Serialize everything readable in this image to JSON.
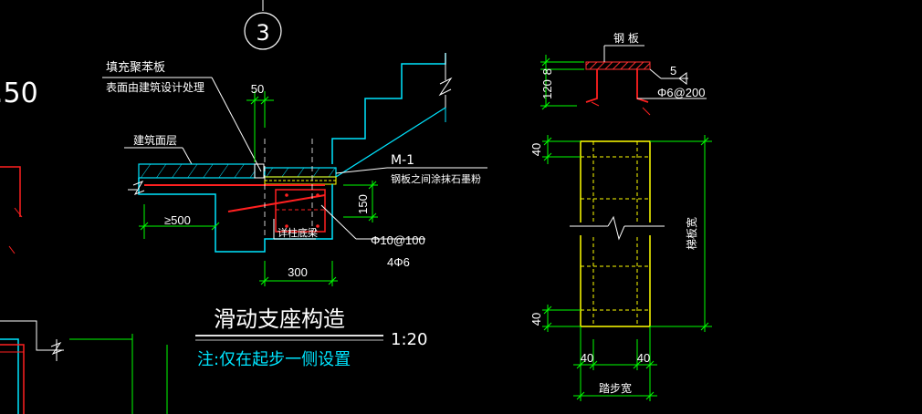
{
  "colors": {
    "background": "#000000",
    "outline": "#00e5ff",
    "rebar": "#ff2020",
    "dimension": "#00ff00",
    "text": "#ffffff",
    "yellow": "#ffff00",
    "hatch": "#ff3030"
  },
  "detail_marker": {
    "number": "3"
  },
  "left_margin": {
    "scale_fragment": ".50"
  },
  "sliding_support": {
    "note_fill_board_line1": "填充聚苯板",
    "note_fill_board_line2": "表面由建筑设计处理",
    "note_finish_layer": "建筑面层",
    "dim_50": "50",
    "embed_label": "M-1",
    "note_steel_plate_graphite": "钢板之间涂抹石墨粉",
    "dim_150": "150",
    "dim_500": "≥500",
    "note_see_beam": "详柱底梁",
    "rebar_stirrup": "Φ10@100",
    "rebar_main": "4Φ6",
    "dim_300": "300",
    "title": "滑动支座构造",
    "scale": "1:20",
    "note": "注:仅在起步一侧设置"
  },
  "plate_detail": {
    "label_plate": "钢  板",
    "dim_8": "8",
    "dim_120": "120",
    "weld_size": "5",
    "anchor_rebar": "Φ6@200",
    "dim_40_top": "40",
    "dim_40_bottom": "40",
    "dim_width_label": "梯板宽",
    "dim_40_left": "40",
    "dim_40_right": "40",
    "dim_step_label": "踏步宽"
  }
}
